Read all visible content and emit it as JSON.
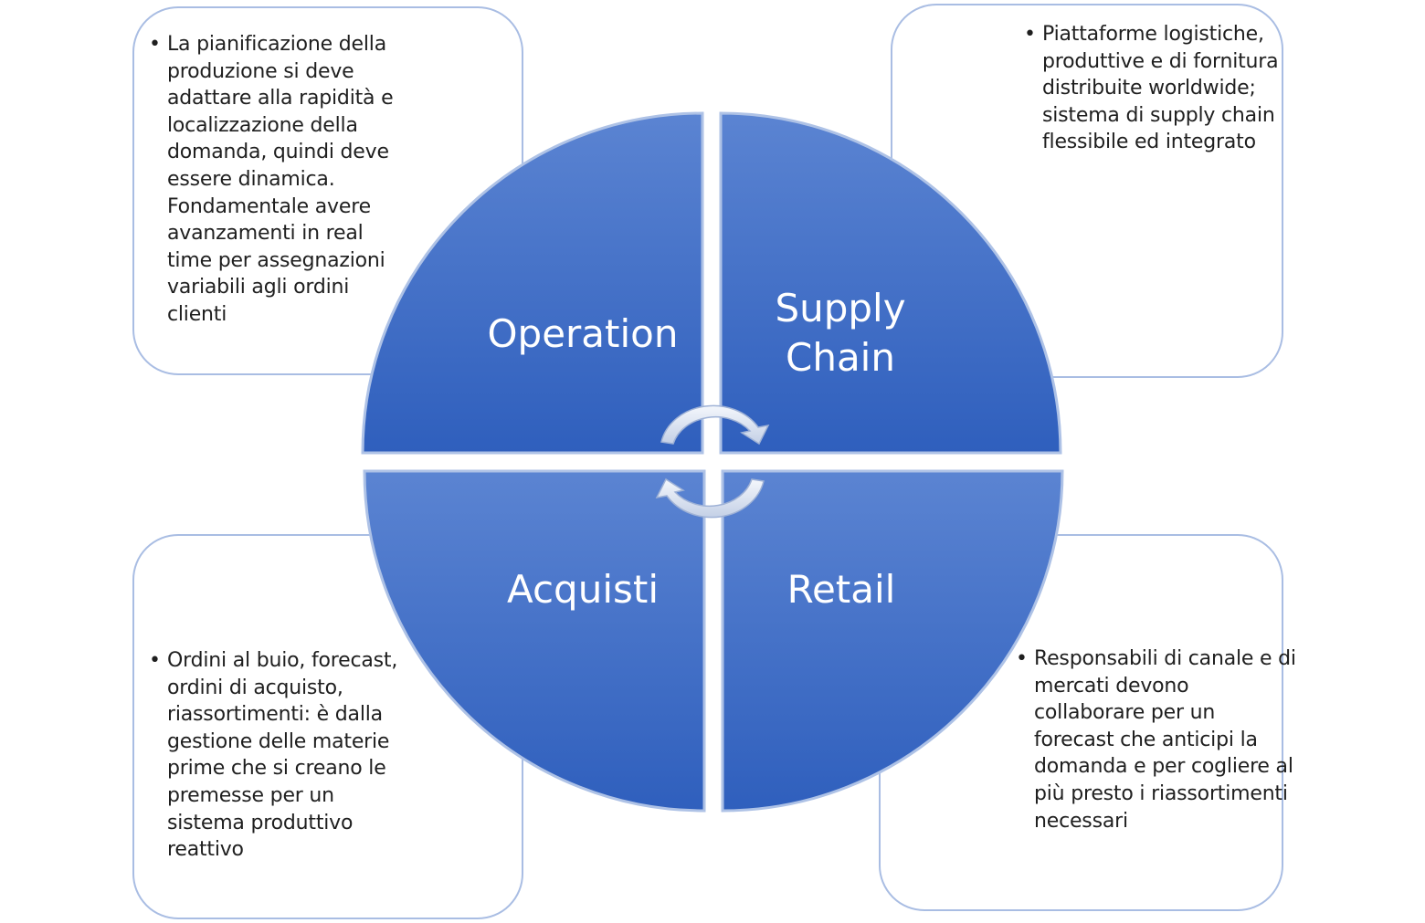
{
  "quadrants": {
    "operation": {
      "label": "Operation"
    },
    "supply_chain": {
      "label_line1": "Supply",
      "label_line2": "Chain"
    },
    "acquisti": {
      "label": "Acquisti"
    },
    "retail": {
      "label": "Retail"
    }
  },
  "notes": {
    "operation": "La pianificazione della produzione si deve adattare alla rapidità e localizzazione della domanda, quindi deve essere dinamica. Fondamentale avere avanzamenti in real time per assegnazioni variabili agli ordini clienti",
    "supply_chain": "Piattaforme logistiche, produttive e di fornitura distribuite worldwide; sistema di supply chain flessibile ed integrato",
    "acquisti": "Ordini al buio, forecast, ordini di acquisto, riassortimenti: è dalla gestione delle materie prime che si creano le premesse per un sistema produttivo reattivo",
    "retail": "Responsabili di canale e di mercati devono collaborare per un forecast che anticipi la domanda e per cogliere al più presto i riassortimenti necessari"
  },
  "colors": {
    "quadrant_fill_light": "#5b84d2",
    "quadrant_fill_dark": "#2f5fbd",
    "box_border": "#a9bde3",
    "arrow_fill": "#dfe6f3"
  },
  "icons": {
    "top_arrow": "cycle-arrow-clockwise-icon",
    "bottom_arrow": "cycle-arrow-counterclockwise-icon"
  }
}
